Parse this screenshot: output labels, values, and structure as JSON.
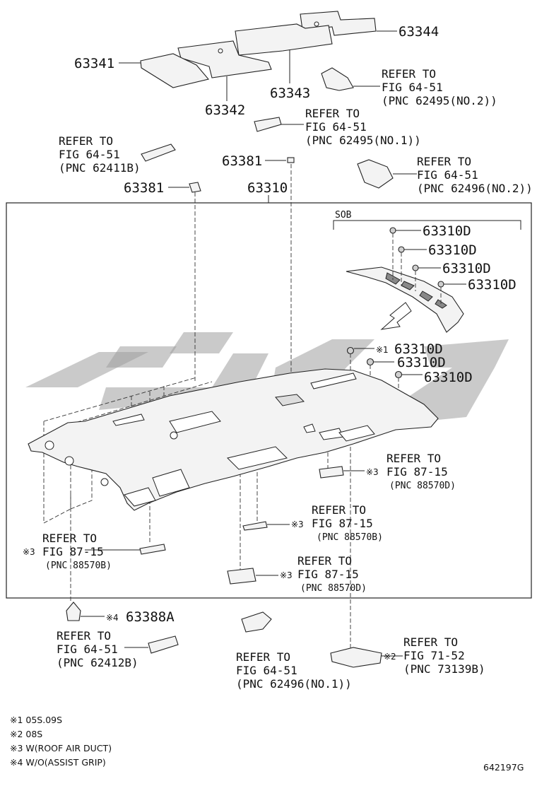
{
  "parts": {
    "p63344": "63344",
    "p63341": "63341",
    "p63343": "63343",
    "p63342": "63342",
    "p63381a": "63381",
    "p63381b": "63381",
    "p63310": "63310",
    "p63310d_1": "63310D",
    "p63310d_2": "63310D",
    "p63310d_3": "63310D",
    "p63310d_4": "63310D",
    "p63310d_5": "63310D",
    "p63310d_6": "63310D",
    "p63310d_7": "63310D",
    "p63388a": "63388A"
  },
  "refs": {
    "r1": {
      "l1": "REFER TO",
      "l2": "FIG 64-51",
      "l3": "(PNC 62495(NO.2))"
    },
    "r2": {
      "l1": "REFER TO",
      "l2": "FIG 64-51",
      "l3": "(PNC 62495(NO.1))"
    },
    "r3": {
      "l1": "REFER TO",
      "l2": "FIG 64-51",
      "l3": "(PNC 62411B)"
    },
    "r4": {
      "l1": "REFER TO",
      "l2": "FIG 64-51",
      "l3": "(PNC 62496(NO.2))"
    },
    "r5": {
      "l1": "REFER TO",
      "l2": "FIG 87-15",
      "l3": "(PNC 88570D)"
    },
    "r6": {
      "l1": "REFER TO",
      "l2": "FIG 87-15",
      "l3": "(PNC 88570B)"
    },
    "r7": {
      "l1": "REFER TO",
      "l2": "FIG 87-15",
      "l3": "(PNC 88570B)"
    },
    "r8": {
      "l1": "REFER TO",
      "l2": "FIG 87-15",
      "l3": "(PNC 88570D)"
    },
    "r9": {
      "l1": "REFER TO",
      "l2": "FIG 64-51",
      "l3": "(PNC 62412B)"
    },
    "r10": {
      "l1": "REFER TO",
      "l2": "FIG 64-51",
      "l3": "(PNC 62496(NO.1))"
    },
    "r11": {
      "l1": "REFER TO",
      "l2": "FIG 71-52",
      "l3": "(PNC 73139B)"
    }
  },
  "marks": {
    "m1": "※1",
    "m3a": "※3",
    "m3b": "※3",
    "m3c": "※3",
    "m3d": "※3",
    "m4": "※4",
    "m2": "※2"
  },
  "sob_label": "SOB",
  "notes": [
    "※1 05S.09S",
    "※2 08S",
    "※3 W(ROOF AIR DUCT)",
    "※4 W/O(ASSIST GRIP)"
  ],
  "figure_code": "642197G"
}
